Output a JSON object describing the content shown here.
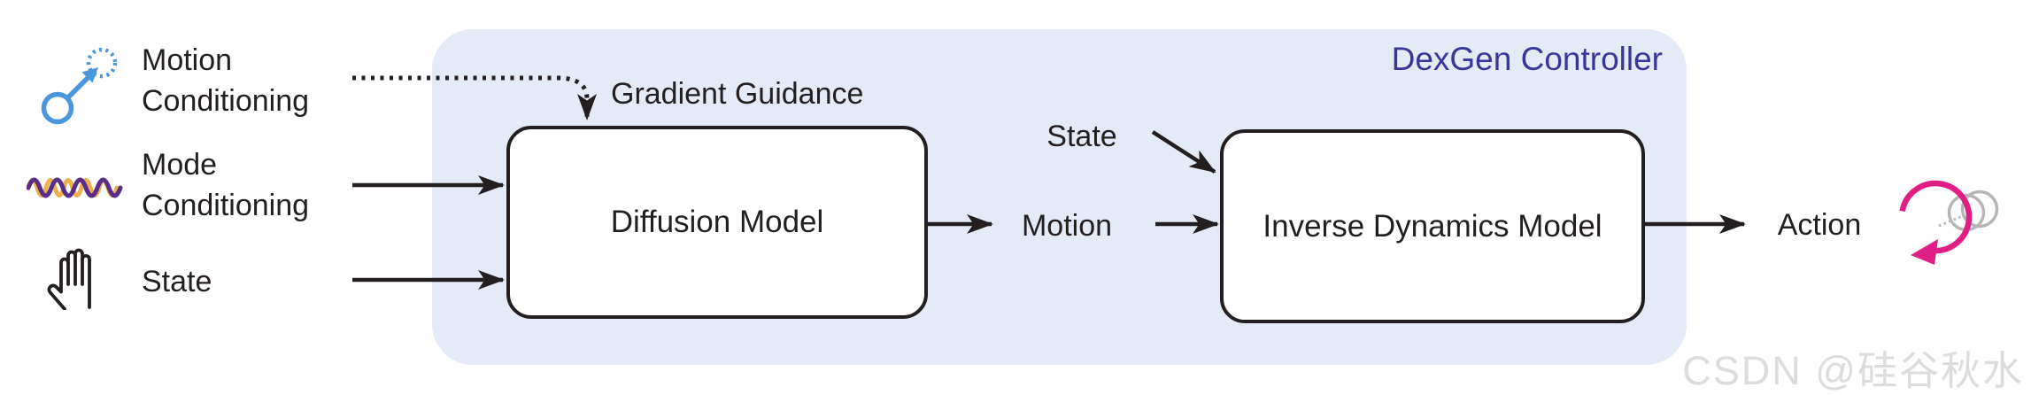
{
  "figure": {
    "type": "architecture-diagram",
    "panel": {
      "title": "DexGen Controller"
    },
    "inputs": [
      {
        "label": "Motion Conditioning",
        "icon": "motion-trajectory-icon"
      },
      {
        "label": "Mode Conditioning",
        "icon": "mode-waves-icon"
      },
      {
        "label": "State",
        "icon": "hand-icon"
      }
    ],
    "nodes": {
      "diffusion": "Diffusion Model",
      "inverse_dynamics": "Inverse Dynamics Model"
    },
    "edge_labels": {
      "gradient_guidance": "Gradient Guidance",
      "state": "State",
      "motion": "Motion",
      "action": "Action"
    },
    "output_icon": "rotation-arrow-icon",
    "watermark": {
      "text": "CSDN @硅谷秋水"
    },
    "palette": {
      "line_black": "#231f20",
      "panel_bg": "#e4eaf6",
      "panel_title_indigo": "#37379a",
      "motion_icon_blue": "#4a97de",
      "wave_orange": "#f0b04d",
      "wave_purple": "#5b2d8a",
      "rotation_pink": "#e01f85",
      "rotation_gray": "#b6b6b6",
      "watermark_gray": "#dcdcdc"
    }
  }
}
